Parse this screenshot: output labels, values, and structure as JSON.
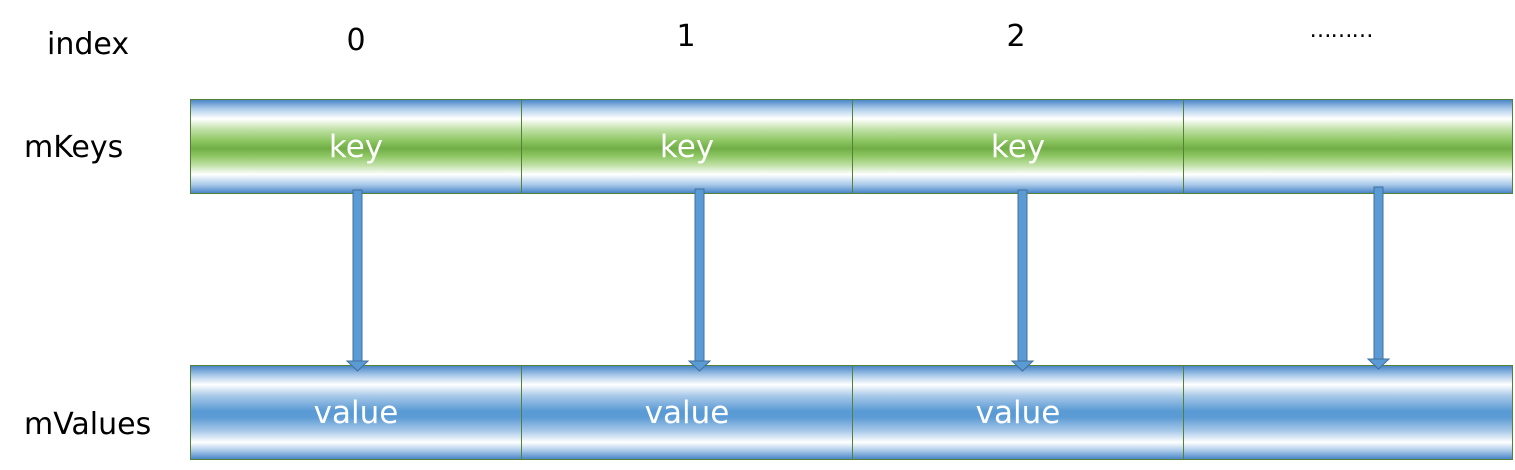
{
  "labels": {
    "index": "index",
    "keys": "mKeys",
    "values": "mValues"
  },
  "indices": [
    "0",
    "1",
    "2",
    "………"
  ],
  "keys": [
    "key",
    "key",
    "key",
    ""
  ],
  "values": [
    "value",
    "value",
    "value",
    ""
  ],
  "colors": {
    "key_fill": "#70ad47",
    "value_fill": "#5b9bd5",
    "border": "#548235",
    "arrow": "#5b9bd5"
  }
}
